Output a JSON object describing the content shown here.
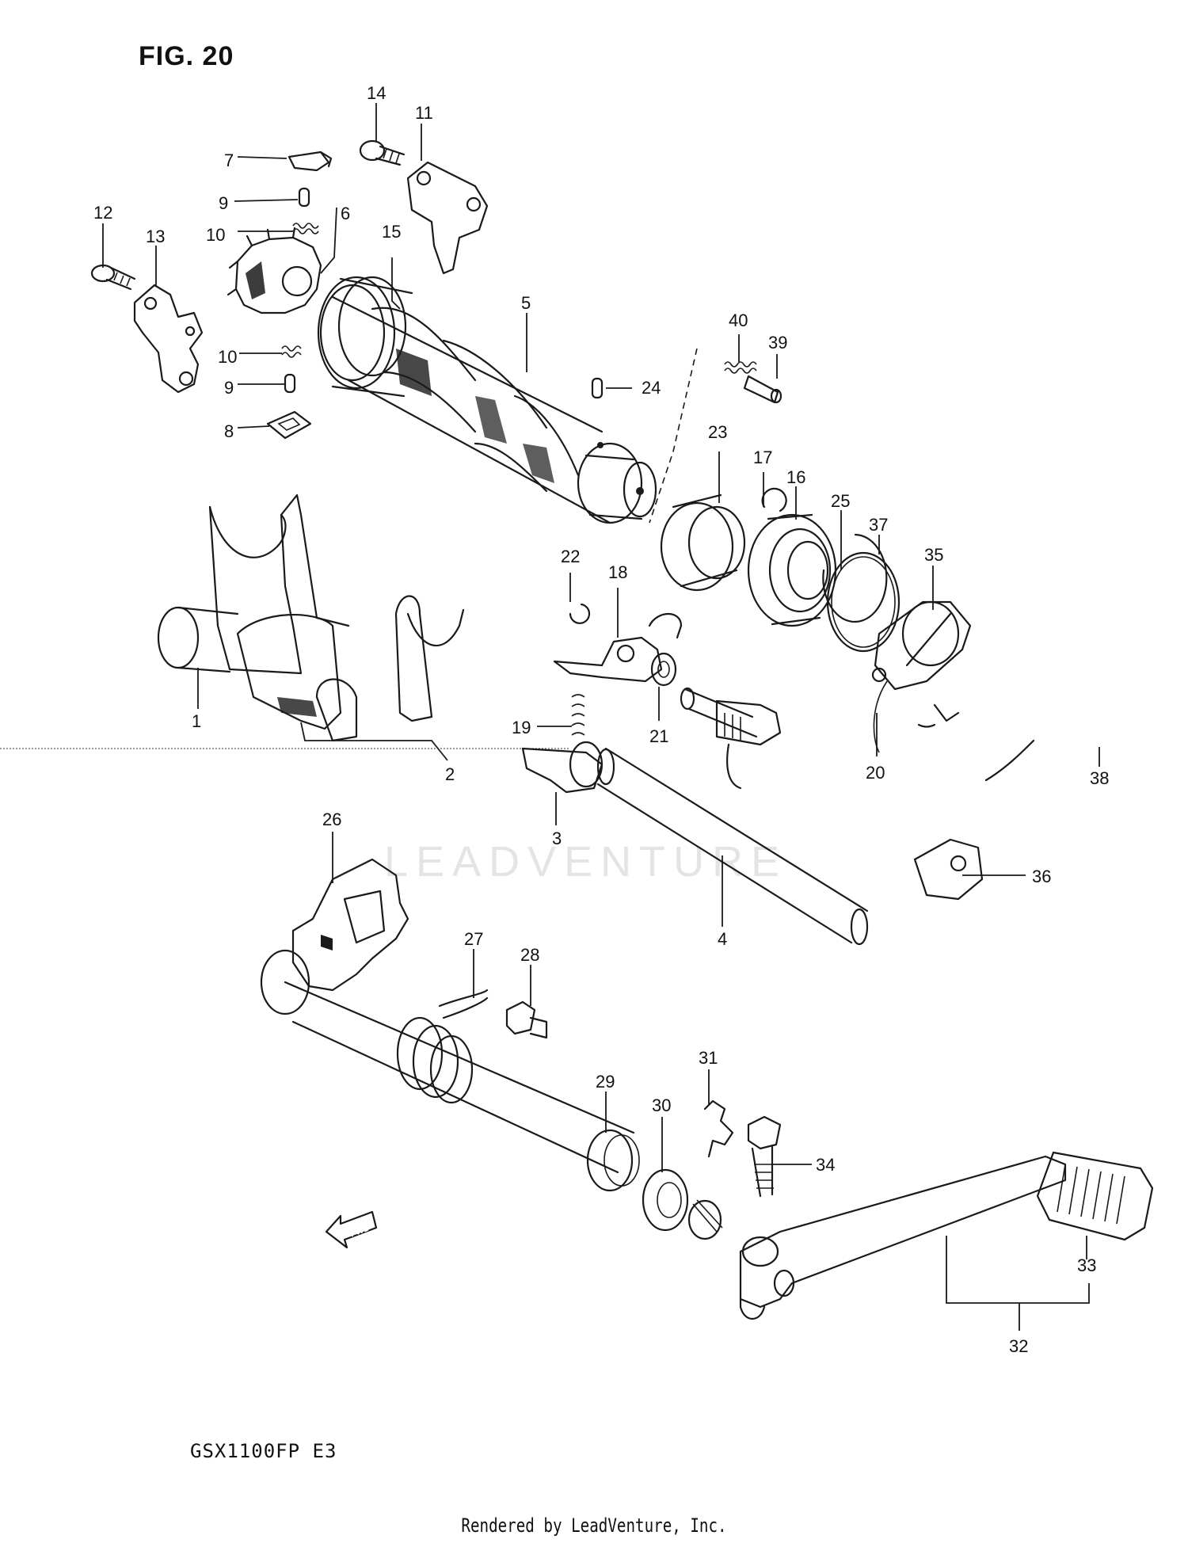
{
  "figure": {
    "title": "FIG. 20",
    "model": "GSX1100FP  E3"
  },
  "footer": {
    "text": "Rendered by LeadVenture, Inc."
  },
  "watermark": {
    "text": "LEADVENTURE"
  },
  "arrow": {
    "label": "FWD"
  },
  "callouts": [
    {
      "id": "1",
      "text": "1"
    },
    {
      "id": "2",
      "text": "2"
    },
    {
      "id": "3",
      "text": "3"
    },
    {
      "id": "4",
      "text": "4"
    },
    {
      "id": "5",
      "text": "5"
    },
    {
      "id": "6",
      "text": "6"
    },
    {
      "id": "7",
      "text": "7"
    },
    {
      "id": "8",
      "text": "8"
    },
    {
      "id": "9a",
      "text": "9"
    },
    {
      "id": "9b",
      "text": "9"
    },
    {
      "id": "10a",
      "text": "10"
    },
    {
      "id": "10b",
      "text": "10"
    },
    {
      "id": "11",
      "text": "11"
    },
    {
      "id": "12",
      "text": "12"
    },
    {
      "id": "13",
      "text": "13"
    },
    {
      "id": "14",
      "text": "14"
    },
    {
      "id": "15",
      "text": "15"
    },
    {
      "id": "16",
      "text": "16"
    },
    {
      "id": "17",
      "text": "17"
    },
    {
      "id": "18",
      "text": "18"
    },
    {
      "id": "19",
      "text": "19"
    },
    {
      "id": "20",
      "text": "20"
    },
    {
      "id": "21",
      "text": "21"
    },
    {
      "id": "22",
      "text": "22"
    },
    {
      "id": "23",
      "text": "23"
    },
    {
      "id": "24",
      "text": "24"
    },
    {
      "id": "25",
      "text": "25"
    },
    {
      "id": "26",
      "text": "26"
    },
    {
      "id": "27",
      "text": "27"
    },
    {
      "id": "28",
      "text": "28"
    },
    {
      "id": "29",
      "text": "29"
    },
    {
      "id": "30",
      "text": "30"
    },
    {
      "id": "31",
      "text": "31"
    },
    {
      "id": "32",
      "text": "32"
    },
    {
      "id": "33",
      "text": "33"
    },
    {
      "id": "34",
      "text": "34"
    },
    {
      "id": "35",
      "text": "35"
    },
    {
      "id": "36",
      "text": "36"
    },
    {
      "id": "37",
      "text": "37"
    },
    {
      "id": "38",
      "text": "38"
    },
    {
      "id": "39",
      "text": "39"
    },
    {
      "id": "40",
      "text": "40"
    }
  ]
}
